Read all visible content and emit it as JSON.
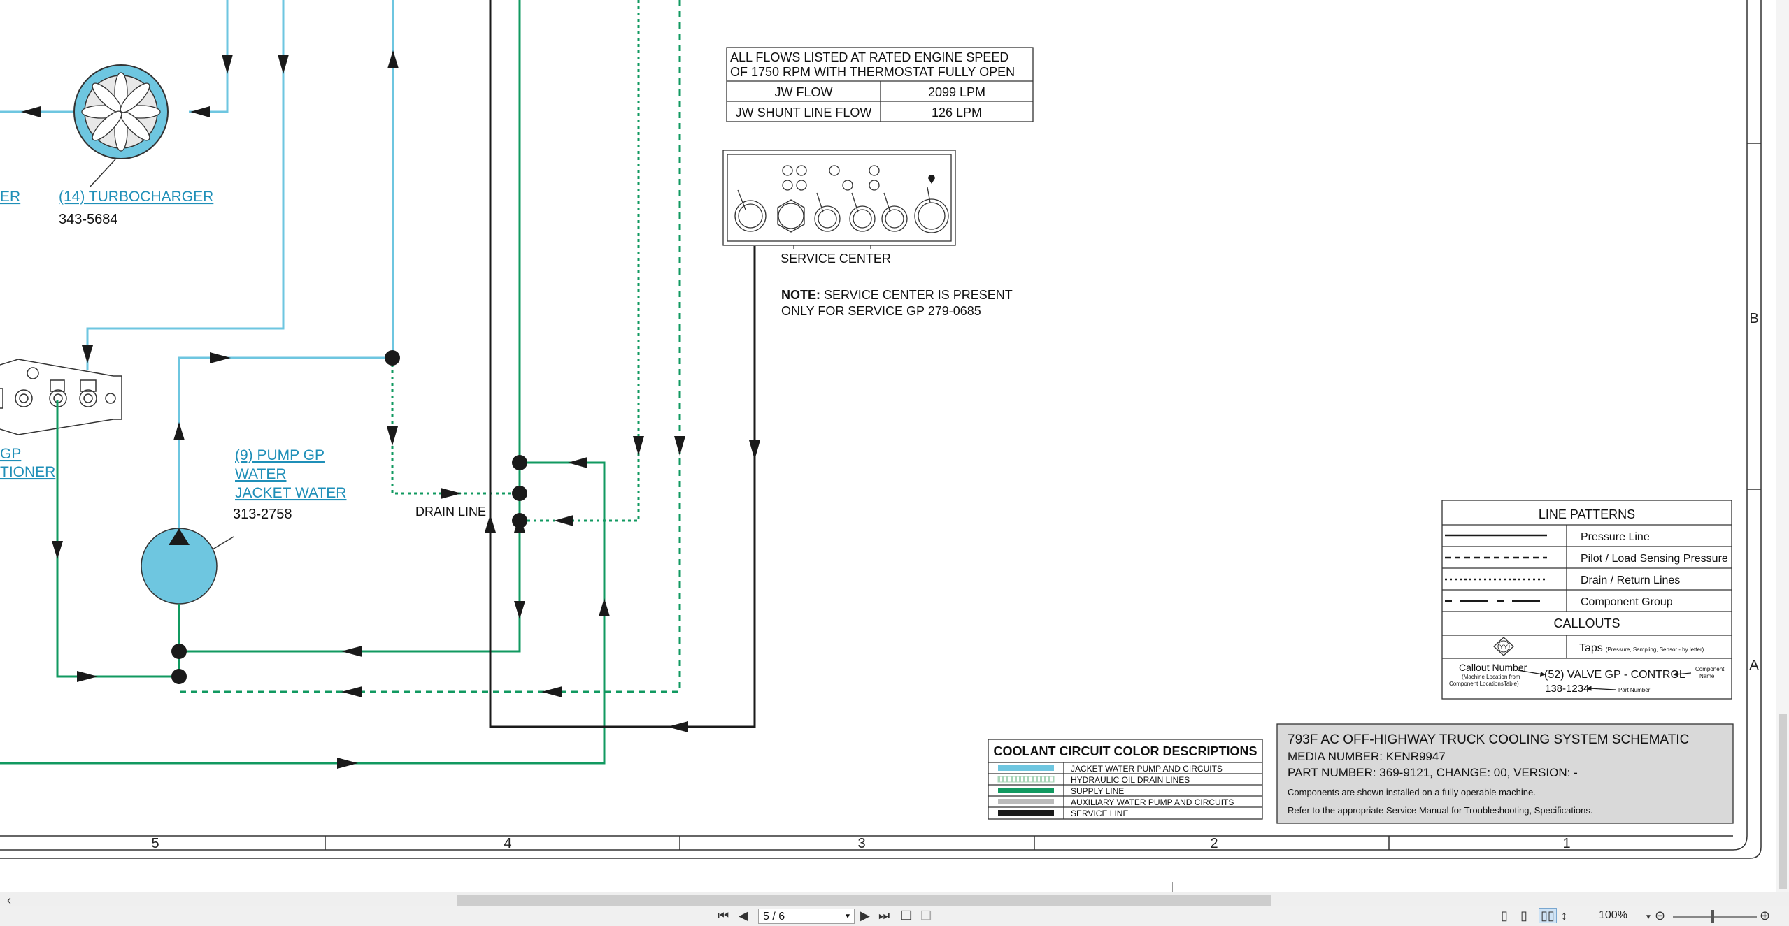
{
  "components": {
    "turbocharger": {
      "label": "(14) TURBOCHARGER",
      "part": "343-5684"
    },
    "pump": {
      "line1": "(9) PUMP GP",
      "line2": "WATER",
      "line3": "JACKET WATER",
      "part": "313-2758"
    },
    "left_label_1": "ER",
    "left_label_2": "GP",
    "left_label_3": "TIONER",
    "drain_line": "DRAIN LINE",
    "service_center": "SERVICE CENTER"
  },
  "flow_table": {
    "title_line1": "ALL FLOWS LISTED AT RATED ENGINE SPEED",
    "title_line2": "OF 1750 RPM WITH THERMOSTAT FULLY OPEN",
    "rows": [
      {
        "name": "JW FLOW",
        "value": "2099 LPM"
      },
      {
        "name": "JW SHUNT LINE FLOW",
        "value": "126 LPM"
      }
    ]
  },
  "note": {
    "bold": "NOTE:",
    "line1": " SERVICE CENTER IS PRESENT",
    "line2": "ONLY FOR SERVICE GP 279-0685"
  },
  "legend_patterns": {
    "title": "LINE PATTERNS",
    "items": [
      "Pressure Line",
      "Pilot / Load Sensing Pressure",
      "Drain / Return Lines",
      "Component Group"
    ],
    "callouts_title": "CALLOUTS",
    "taps_label": "Taps",
    "taps_sub": "(Pressure, Sampling, Sensor - by letter)",
    "taps_symbol": "YY",
    "callout_number": "Callout Number",
    "callout_number_sub1": "(Machine Location from",
    "callout_number_sub2": "Component LocationsTable)",
    "callout_example": "(52) VALVE GP - CONTROL",
    "callout_part": "138-1234",
    "component_name_1": "Component",
    "component_name_2": "Name",
    "part_number": "Part Number"
  },
  "color_legend": {
    "title": "COOLANT CIRCUIT COLOR DESCRIPTIONS",
    "items": [
      {
        "label": "JACKET WATER PUMP AND CIRCUITS",
        "color": "#6ec6e0"
      },
      {
        "label": "HYDRAULIC OIL DRAIN LINES",
        "color": "#a8d4b8"
      },
      {
        "label": "SUPPLY LINE",
        "color": "#119960"
      },
      {
        "label": "AUXILIARY WATER PUMP AND CIRCUITS",
        "color": "#bbbbbb"
      },
      {
        "label": "SERVICE LINE",
        "color": "#1a1a1a"
      }
    ]
  },
  "title_block": {
    "title": "793F AC OFF-HIGHWAY TRUCK COOLING SYSTEM SCHEMATIC",
    "media": "MEDIA NUMBER: KENR9947",
    "part": "PART NUMBER: 369-9121, CHANGE: 00, VERSION: -",
    "note1": "Components are shown installed on a fully operable machine.",
    "note2": "Refer to the appropriate Service Manual for Troubleshooting, Specifications."
  },
  "grid": {
    "columns": [
      "5",
      "4",
      "3",
      "2",
      "1"
    ],
    "rows": [
      "B",
      "A"
    ]
  },
  "viewer": {
    "page": "5 / 6",
    "zoom": "100%"
  },
  "colors": {
    "jacket_water": "#6ec6e0",
    "supply": "#119960",
    "service": "#1a1a1a"
  }
}
